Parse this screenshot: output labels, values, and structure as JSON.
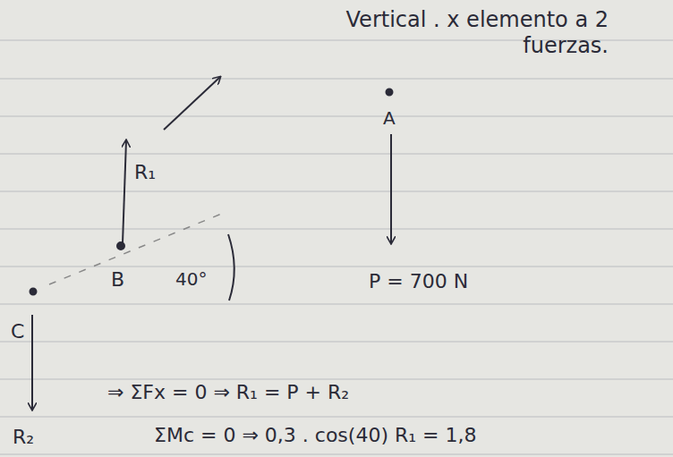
{
  "diagram": {
    "labels": [
      "Vertical . x elemento a 2 fuerzas.",
      "A",
      "R₁",
      "B",
      "40°",
      "P = 700 N",
      "C",
      "R₂",
      "⇒ ΣFx = 0 ⇒ R₁ = P + R₂",
      "ΣMc = 0 ⇒ 0,3 . cos(40) R₁ = 1,8"
    ]
  }
}
